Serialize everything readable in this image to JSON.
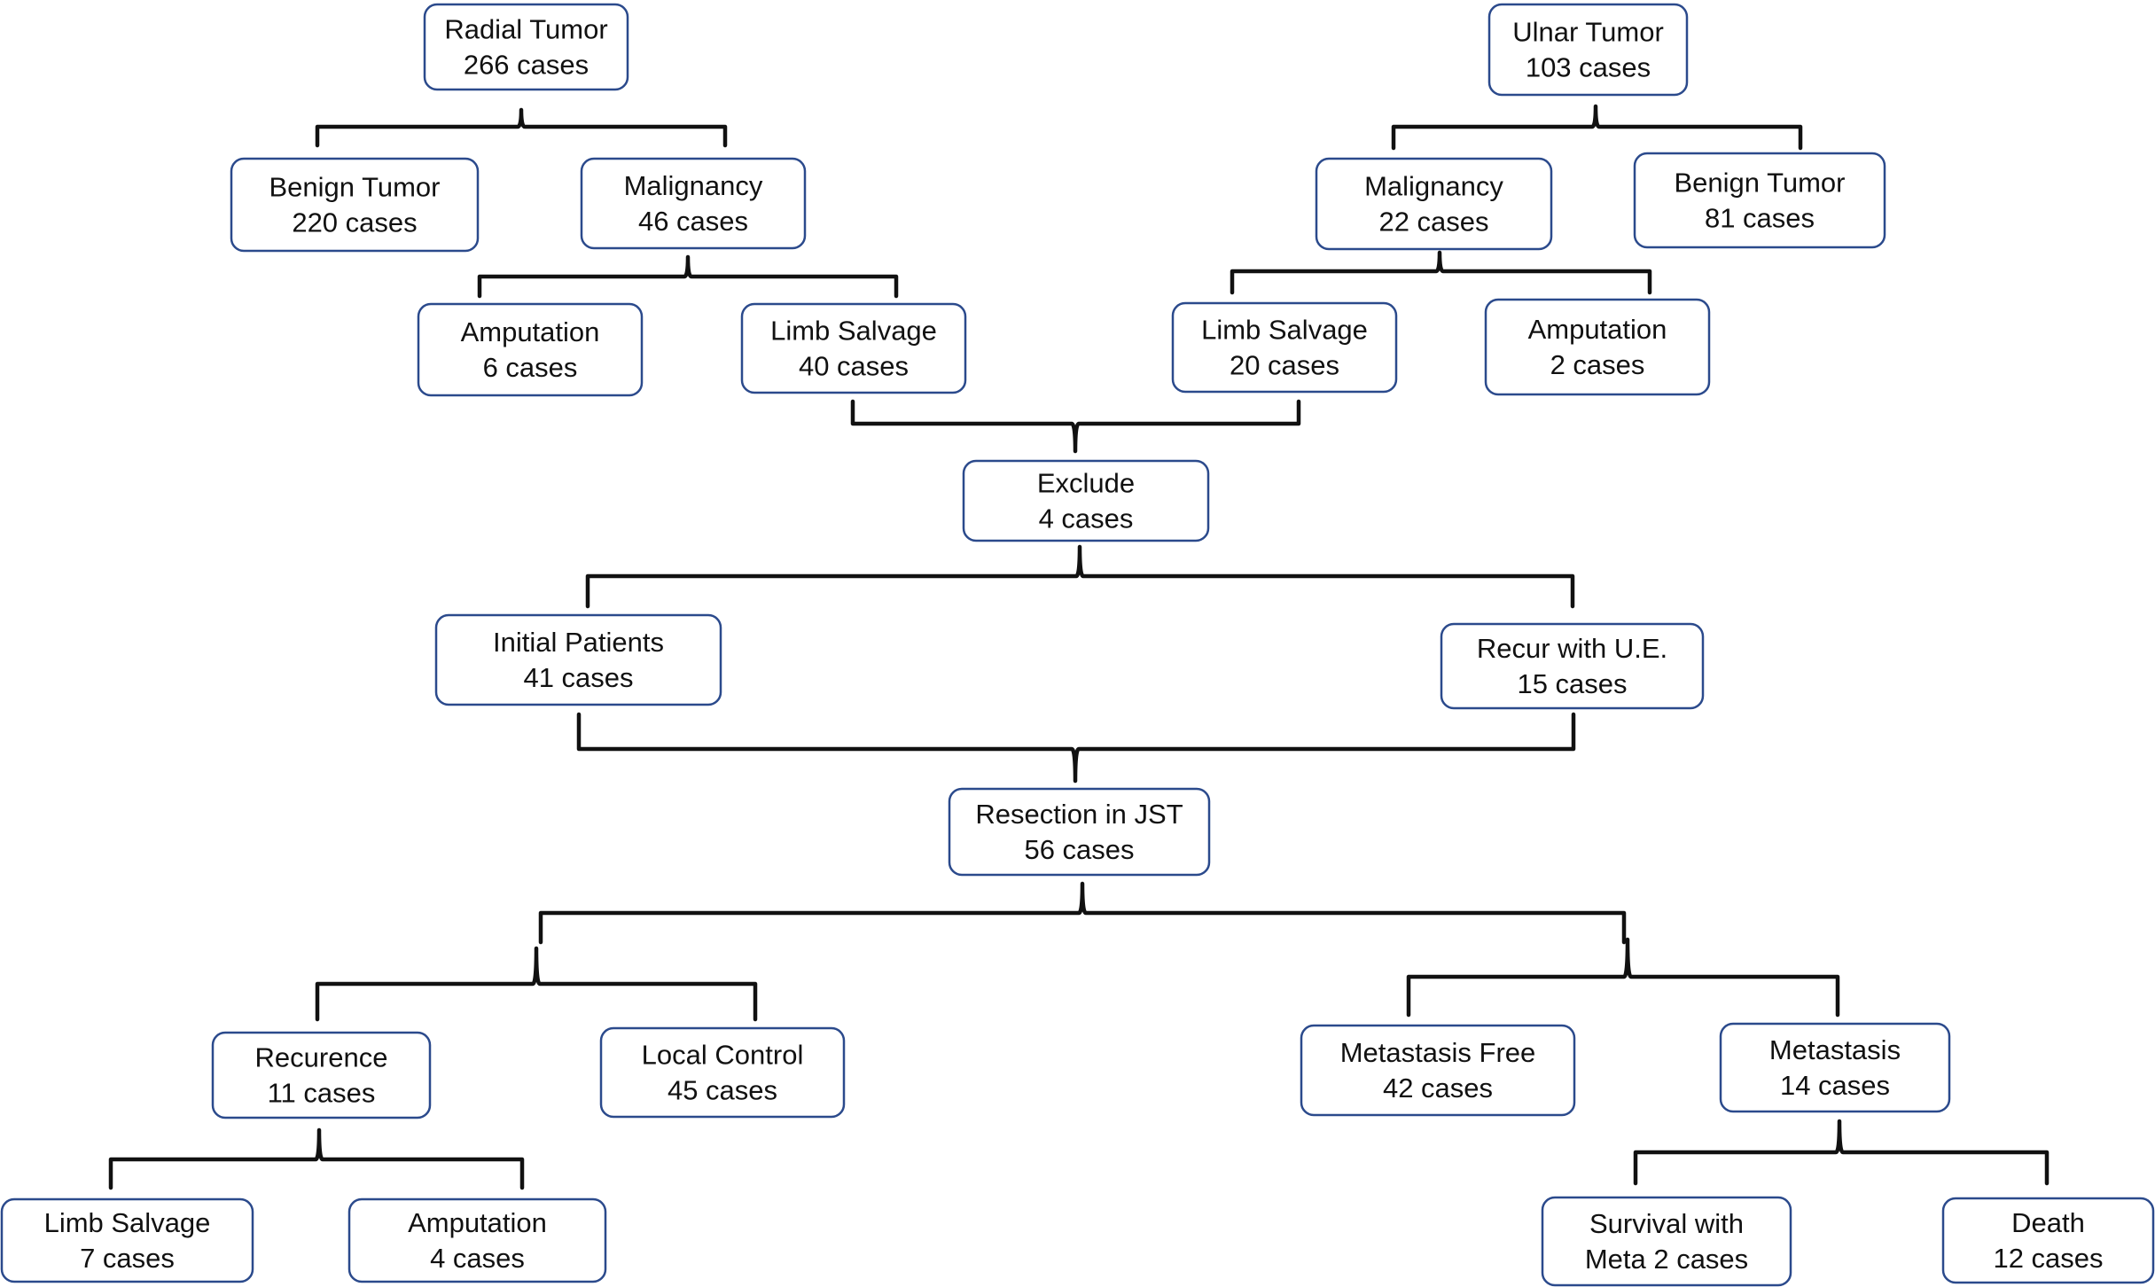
{
  "nodes": [
    {
      "id": "radial-tumor",
      "lines": [
        "Radial Tumor",
        "266 cases"
      ]
    },
    {
      "id": "ulnar-tumor",
      "lines": [
        "Ulnar Tumor",
        "103 cases"
      ]
    },
    {
      "id": "radial-benign",
      "lines": [
        "Benign Tumor",
        "220 cases"
      ]
    },
    {
      "id": "radial-malignancy",
      "lines": [
        "Malignancy",
        "46 cases"
      ]
    },
    {
      "id": "ulnar-malignancy",
      "lines": [
        "Malignancy",
        "22 cases"
      ]
    },
    {
      "id": "ulnar-benign",
      "lines": [
        "Benign Tumor",
        "81 cases"
      ]
    },
    {
      "id": "radial-amputation",
      "lines": [
        "Amputation",
        "6 cases"
      ]
    },
    {
      "id": "radial-limb-salvage",
      "lines": [
        "Limb Salvage",
        "40 cases"
      ]
    },
    {
      "id": "ulnar-limb-salvage",
      "lines": [
        "Limb Salvage",
        "20 cases"
      ]
    },
    {
      "id": "ulnar-amputation",
      "lines": [
        "Amputation",
        "2 cases"
      ]
    },
    {
      "id": "exclude",
      "lines": [
        "Exclude",
        "4 cases"
      ]
    },
    {
      "id": "initial-patients",
      "lines": [
        "Initial Patients",
        "41 cases"
      ]
    },
    {
      "id": "recur-ue",
      "lines": [
        "Recur with U.E.",
        "15 cases"
      ]
    },
    {
      "id": "resection-jst",
      "lines": [
        "Resection in JST",
        "56 cases"
      ]
    },
    {
      "id": "recurence",
      "lines": [
        "Recurence",
        "11 cases"
      ]
    },
    {
      "id": "local-control",
      "lines": [
        "Local Control",
        "45 cases"
      ]
    },
    {
      "id": "metastasis-free",
      "lines": [
        "Metastasis Free",
        "42 cases"
      ]
    },
    {
      "id": "metastasis",
      "lines": [
        "Metastasis",
        "14 cases"
      ]
    },
    {
      "id": "rec-limb-salvage",
      "lines": [
        "Limb Salvage",
        "7 cases"
      ]
    },
    {
      "id": "rec-amputation",
      "lines": [
        "Amputation",
        "4 cases"
      ]
    },
    {
      "id": "survival-meta",
      "lines": [
        "Survival with",
        "Meta 2 cases"
      ]
    },
    {
      "id": "death",
      "lines": [
        "Death",
        "12 cases"
      ]
    }
  ],
  "links": [
    {
      "from": [
        "radial-tumor"
      ],
      "to": [
        "radial-benign",
        "radial-malignancy"
      ]
    },
    {
      "from": [
        "ulnar-tumor"
      ],
      "to": [
        "ulnar-malignancy",
        "ulnar-benign"
      ]
    },
    {
      "from": [
        "radial-malignancy"
      ],
      "to": [
        "radial-amputation",
        "radial-limb-salvage"
      ]
    },
    {
      "from": [
        "ulnar-malignancy"
      ],
      "to": [
        "ulnar-limb-salvage",
        "ulnar-amputation"
      ]
    },
    {
      "from": [
        "radial-limb-salvage",
        "ulnar-limb-salvage"
      ],
      "to": [
        "exclude"
      ]
    },
    {
      "from": [
        "exclude"
      ],
      "to": [
        "initial-patients",
        "recur-ue"
      ]
    },
    {
      "from": [
        "initial-patients",
        "recur-ue"
      ],
      "to": [
        "resection-jst"
      ]
    },
    {
      "from": [
        "resection-jst"
      ],
      "to": [
        "recurence",
        "local-control",
        "metastasis-free",
        "metastasis"
      ]
    },
    {
      "from": [
        "recurence"
      ],
      "to": [
        "rec-limb-salvage",
        "rec-amputation"
      ]
    },
    {
      "from": [
        "metastasis"
      ],
      "to": [
        "survival-meta",
        "death"
      ]
    }
  ]
}
